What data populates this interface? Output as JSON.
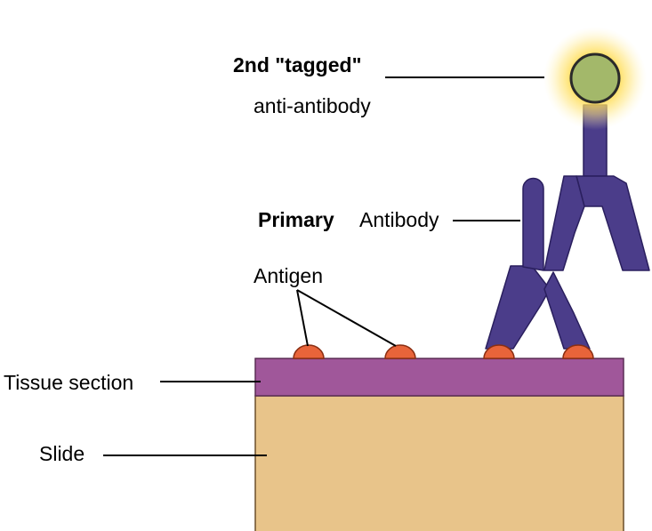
{
  "labels": {
    "tagged_bold": "2nd \"tagged\"",
    "tagged_sub": "anti-antibody",
    "primary_bold": "Primary",
    "primary_rest": "Antibody",
    "antigen": "Antigen",
    "tissue": "Tissue section",
    "slide": "Slide"
  },
  "colors": {
    "antibody": "#4b3d8a",
    "antibody_stroke": "#2a1f5e",
    "antigen": "#e8643a",
    "tissue": "#a0579a",
    "slide": "#e8c48a",
    "tag_core": "#a3b86a",
    "tag_glow": "#ffd633",
    "line": "#000000"
  }
}
